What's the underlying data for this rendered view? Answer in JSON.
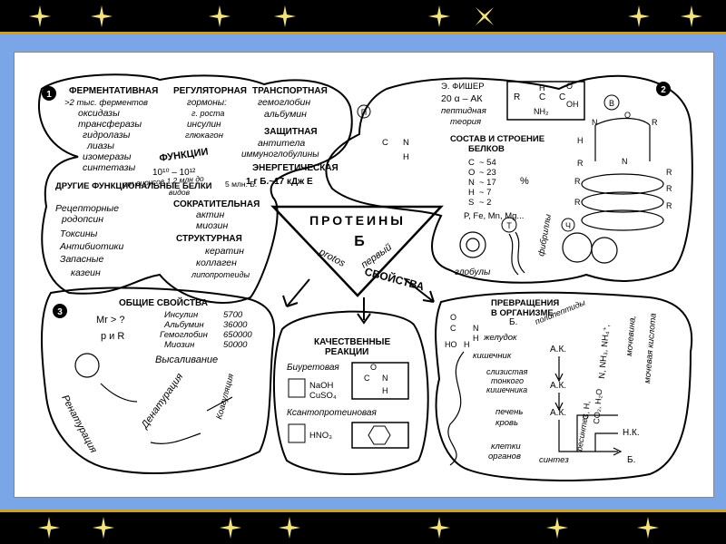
{
  "frame": {
    "background_color": "#7aa6e8",
    "band_color": "#000000",
    "star_color": "#f2e27a",
    "edge_color": "#c9a227"
  },
  "center": {
    "title": "ПРОТЕИНЫ",
    "symbol": "Б",
    "etym_left": "protos",
    "etym_right": "первый",
    "props": "СВОЙСТВА"
  },
  "q1": {
    "num": "1",
    "ferm": {
      "title": "ФЕРМЕНТАТИВНАЯ",
      "items": [
        ">2 тыс. ферментов",
        "оксидазы",
        "трансферазы",
        "гидролазы",
        "лиазы",
        "изомеразы",
        "синтетазы"
      ]
    },
    "reg": {
      "title": "РЕГУЛЯТОРНАЯ",
      "items": [
        "гормоны:",
        "г. роста",
        "инсулин",
        "глюкагон"
      ]
    },
    "trans": {
      "title": "ТРАНСПОРТНАЯ",
      "items": [
        "гемоглобин",
        "альбумин"
      ]
    },
    "prot": {
      "title": "ЗАЩИТНАЯ",
      "items": [
        "антитела",
        "иммуноглобулины"
      ]
    },
    "energy": {
      "title": "ЭНЕРГЕТИЧЕСКАЯ",
      "value": "1 г Б.~17 кДж Е"
    },
    "func": {
      "title": "ФУНКЦИИ",
      "range": "10¹⁰ – 10¹²",
      "note": "от вирусов 1,2 млн до",
      "species": "видов",
      "mass": "5 млн. Б."
    },
    "other": {
      "title": "ДРУГИЕ ФУНКЦИОНАЛЬНЫЕ БЕЛКИ",
      "items": [
        "Рецепторные",
        "родопсин",
        "Токсины",
        "Антибиотики",
        "Запасные",
        "казеин"
      ]
    },
    "contr": {
      "title": "СОКРАТИТЕЛЬНАЯ",
      "items": [
        "актин",
        "миозин"
      ]
    },
    "struct": {
      "title": "СТРУКТУРНАЯ",
      "items": [
        "кератин",
        "коллаген",
        "липопротеиды"
      ]
    }
  },
  "q2": {
    "num": "2",
    "fischer": "Э. ФИШЕР",
    "aa": "20 α – АК",
    "theory": [
      "пептидная",
      "теория"
    ],
    "struct_title": [
      "СОСТАВ И СТРОЕНИЕ",
      "БЕЛКОВ"
    ],
    "composition": [
      {
        "el": "C",
        "val": "~ 54"
      },
      {
        "el": "O",
        "val": "~ 23"
      },
      {
        "el": "N",
        "val": "~ 17"
      },
      {
        "el": "H",
        "val": "~ 7"
      },
      {
        "el": "S",
        "val": "~ 2"
      }
    ],
    "percent": "%",
    "metals": "P, Fe, Mn, Mg...",
    "formula": {
      "R": "R",
      "C": "C",
      "H": "H",
      "O": "O",
      "OH": "OH",
      "NH2": "NH₂",
      "N": "N"
    },
    "levels": {
      "P": "П",
      "V": "В",
      "T": "Т",
      "Ch": "Ч"
    },
    "glob": "глобулы",
    "fibr": "фибриллы"
  },
  "q3": {
    "num": "3",
    "title": "ОБЩИЕ СВОЙСТВА",
    "mr": "Mr > ?",
    "pr": "p и R",
    "masses": [
      {
        "name": "Инсулин",
        "val": "5700"
      },
      {
        "name": "Альбумин",
        "val": "36000"
      },
      {
        "name": "Гемоглобин",
        "val": "650000"
      },
      {
        "name": "Миозин",
        "val": "50000"
      }
    ],
    "salt": "Высаливание",
    "denat": "Денатурация",
    "renat": "Ренатурация",
    "coag": "Коагуляция"
  },
  "q4": {
    "title": [
      "КАЧЕСТВЕННЫЕ",
      "РЕАКЦИИ"
    ],
    "biuret": "Биуретовая",
    "r1": [
      "NaOH",
      "CuSO₄"
    ],
    "xantho": "Ксантопротеиновая",
    "r2": "HNO₃",
    "frag": {
      "C": "C",
      "N": "N",
      "O": "O",
      "H": "H"
    }
  },
  "q5": {
    "title": [
      "ПРЕВРАЩЕНИЯ",
      "В ОРГАНИЗМЕ"
    ],
    "b": "Б.",
    "poly": "полипептиды",
    "stomach": "желудок",
    "intestine": "кишечник",
    "mucosa": [
      "слизистая",
      "тонкого",
      "кишечника"
    ],
    "liver": [
      "печень",
      "кровь"
    ],
    "cells": [
      "клетки",
      "органов"
    ],
    "ak": "А.К.",
    "synth": "синтез",
    "resynth": "ресинтез",
    "urea": "мочевина,",
    "uric": "мочевая кислота",
    "nh": "N, NH₃, NH₄⁺,",
    "products": [
      "C, H,",
      "CO₂, H₂O"
    ],
    "nk": "Н.К.",
    "b2": "Б.",
    "frag": {
      "O": "O",
      "C": "C",
      "N": "N",
      "H": "H",
      "HO": "HO",
      "H2": "H"
    }
  }
}
